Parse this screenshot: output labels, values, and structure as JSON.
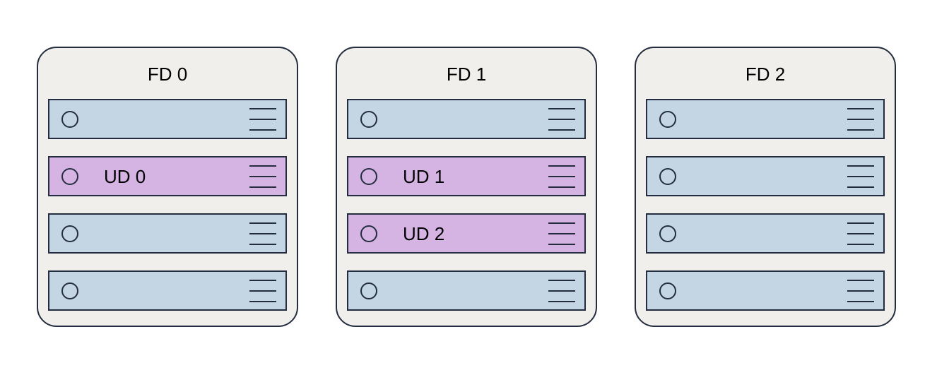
{
  "diagram": {
    "colors": {
      "page_background": "#ffffff",
      "container_fill": "#f1efeb",
      "stroke": "#232d3f",
      "server_fill": "#c4d5e4",
      "highlight_fill": "#d5b3e3",
      "text": "#000000"
    },
    "fault_domains": [
      {
        "label": "FD 0",
        "servers": [
          {
            "label": "",
            "highlighted": false
          },
          {
            "label": "UD 0",
            "highlighted": true
          },
          {
            "label": "",
            "highlighted": false
          },
          {
            "label": "",
            "highlighted": false
          }
        ]
      },
      {
        "label": "FD 1",
        "servers": [
          {
            "label": "",
            "highlighted": false
          },
          {
            "label": "UD 1",
            "highlighted": true
          },
          {
            "label": "UD 2",
            "highlighted": true
          },
          {
            "label": "",
            "highlighted": false
          }
        ]
      },
      {
        "label": "FD 2",
        "servers": [
          {
            "label": "",
            "highlighted": false
          },
          {
            "label": "",
            "highlighted": false
          },
          {
            "label": "",
            "highlighted": false
          },
          {
            "label": "",
            "highlighted": false
          }
        ]
      }
    ]
  }
}
